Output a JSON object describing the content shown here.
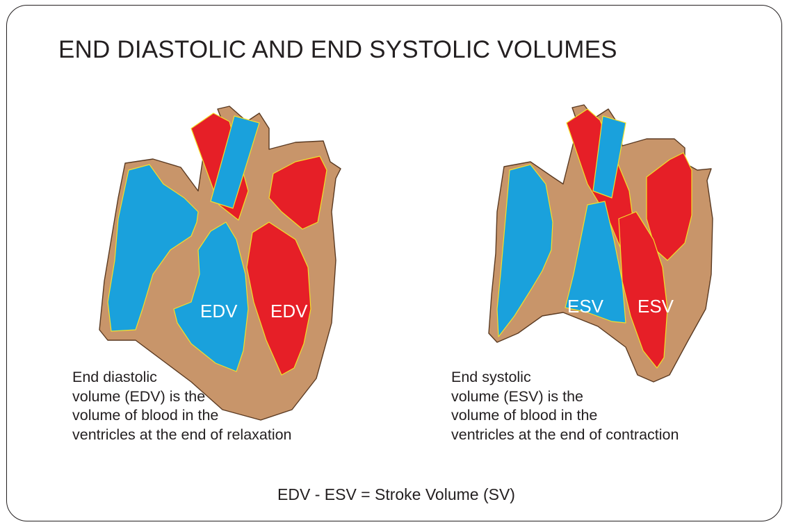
{
  "title": "END DIASTOLIC AND END SYSTOLIC VOLUMES",
  "left_heart": {
    "left_ventricle_label": "EDV",
    "right_ventricle_label": "EDV",
    "caption_lines": [
      "End diastolic",
      "volume (EDV) is the",
      "volume of blood in the",
      "ventricles at the end of relaxation"
    ]
  },
  "right_heart": {
    "left_ventricle_label": "ESV",
    "right_ventricle_label": "ESV",
    "caption_lines": [
      "End systolic",
      "volume (ESV) is the",
      "volume of blood in the",
      "ventricles at the end of contraction"
    ]
  },
  "formula": "EDV - ESV = Stroke Volume (SV)",
  "colors": {
    "muscle": "#c8956a",
    "deoxygenated": "#1aa1dc",
    "oxygenated": "#e61f27",
    "outline": "#5a3a22",
    "chamber_edge": "#f2e02a"
  }
}
